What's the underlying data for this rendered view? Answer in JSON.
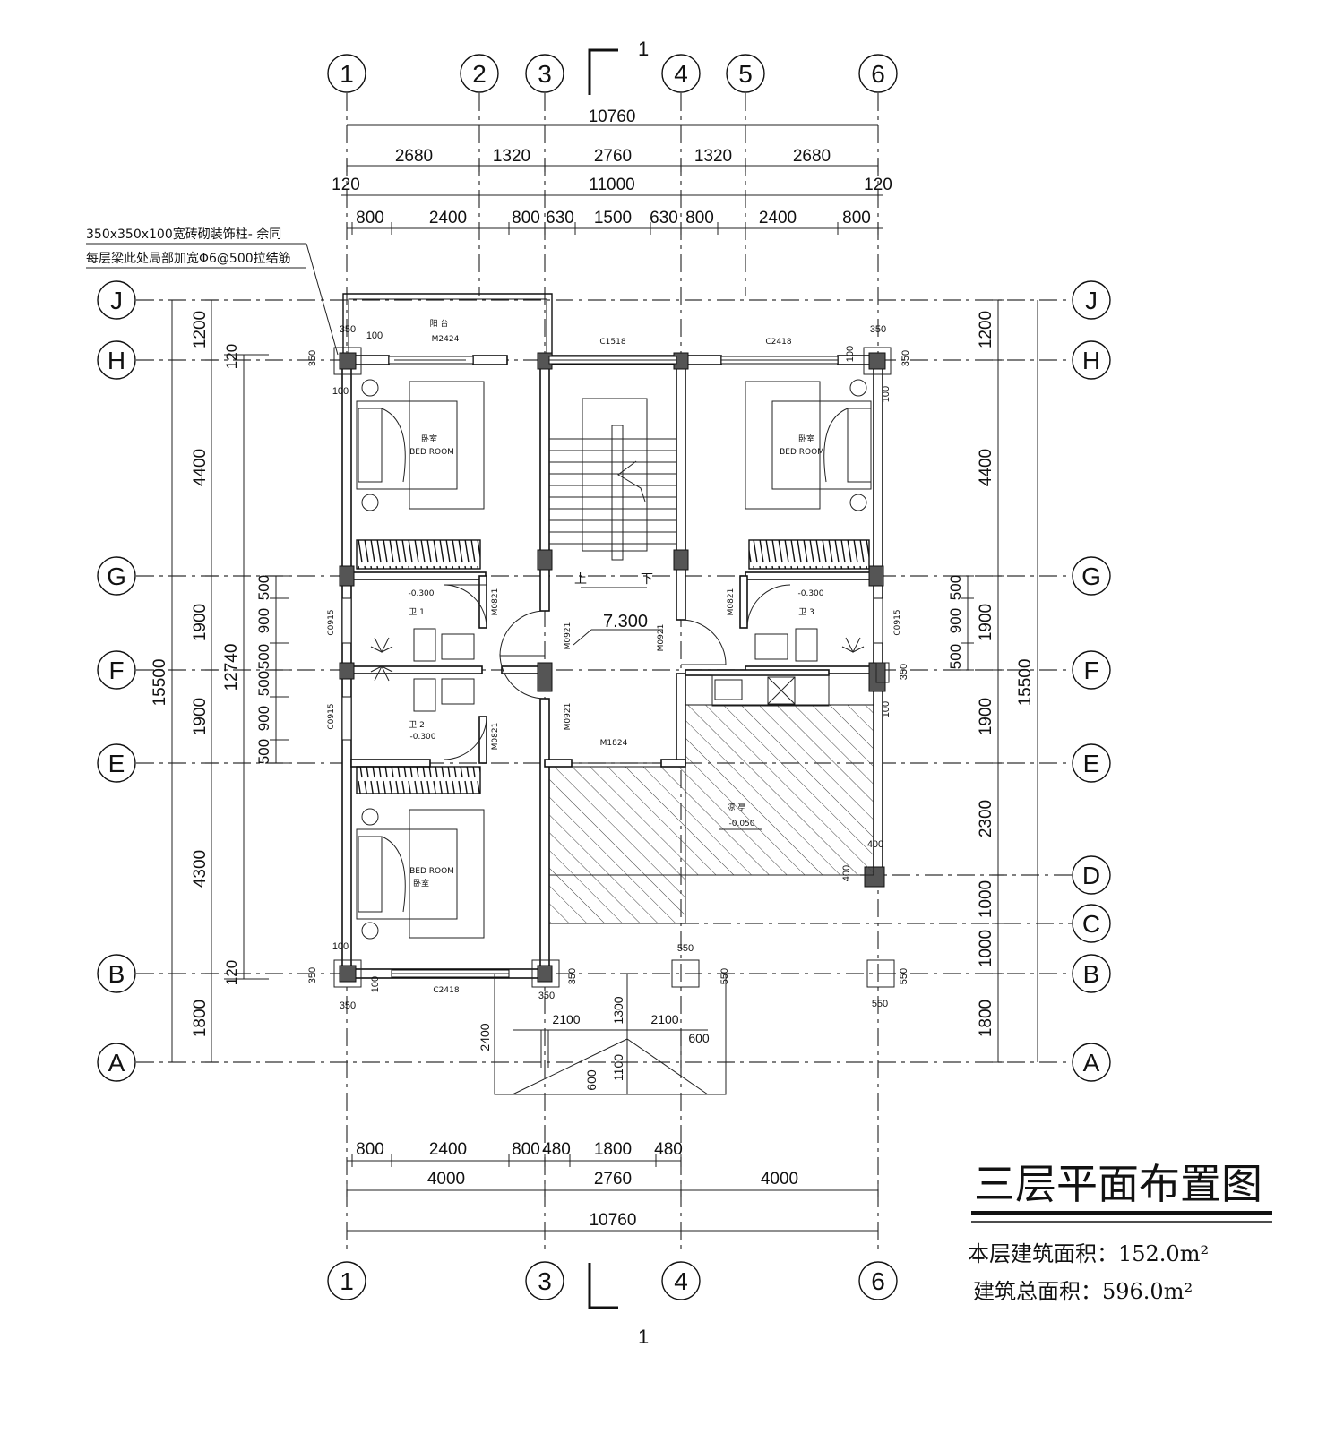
{
  "drawing": {
    "title": "三层平面布置图",
    "floor_area_label": "本层建筑面积：152.0m²",
    "total_area_label": "建筑总面积：596.0m²"
  },
  "section_mark": {
    "top": "1",
    "bottom": "1"
  },
  "axes": {
    "top": [
      "1",
      "2",
      "3",
      "4",
      "5",
      "6"
    ],
    "bottom": [
      "1",
      "3",
      "4",
      "6"
    ],
    "left": [
      "J",
      "H",
      "G",
      "F",
      "E",
      "B",
      "A"
    ],
    "right": [
      "J",
      "H",
      "G",
      "F",
      "E",
      "D",
      "C",
      "B",
      "A"
    ]
  },
  "dims_top": {
    "overall": "10760",
    "row2": [
      "2680",
      "1320",
      "2760",
      "1320",
      "2680"
    ],
    "row3_left": "120",
    "row3_mid": "11000",
    "row3_right": "120",
    "row4": [
      "800",
      "2400",
      "800",
      "630",
      "1500",
      "630",
      "800",
      "2400",
      "800"
    ]
  },
  "dims_bottom": {
    "row1": [
      "800",
      "2400",
      "800",
      "480",
      "1800",
      "480"
    ],
    "row2": [
      "4000",
      "2760",
      "4000"
    ],
    "overall": "10760"
  },
  "dims_left": {
    "outer": "15500",
    "mid": "12740",
    "segs": [
      "1200",
      "4400",
      "1900",
      "1900",
      "4300",
      "1800"
    ],
    "small_top": "120",
    "small_bottom": "120",
    "win_seg_upper": [
      "500",
      "900",
      "500"
    ],
    "win_seg_lower": [
      "500",
      "900",
      "500"
    ]
  },
  "dims_right": {
    "outer": "15500",
    "segs": [
      "1200",
      "4400",
      "1900",
      "1900",
      "2300",
      "1000",
      "1000",
      "1800"
    ],
    "win_seg": [
      "500",
      "900",
      "500"
    ]
  },
  "annotation": {
    "line1": "350x350x100宽砖砌装饰柱- 余同",
    "line2": "每层梁此处局部加宽Φ6@500拉结筋"
  },
  "labels": {
    "balcony": "阳 台",
    "m2424": "M2424",
    "c1518": "C1518",
    "c2418_top": "C2418",
    "c2418_bottom": "C2418",
    "bedroom_cn": "卧室",
    "bedroom_en": "BED    ROOM",
    "bath1": "卫 1",
    "bath2": "卫 2",
    "bath3": "卫 3",
    "level_m0300": "-0.300",
    "level_7300": "7.300",
    "pavilion": "凉 亭",
    "pavilion_level": "-0.050",
    "stair_up": "上",
    "stair_down": "下",
    "m0821": "M0821",
    "m0921": "M0921",
    "m1824": "M1824",
    "c0915": "C0915",
    "d350": "350",
    "d100": "100",
    "d400": "400",
    "d550": "550",
    "d2100": "2100",
    "d1300": "1300",
    "d600": "600",
    "d1100": "1100",
    "d2400": "2400"
  }
}
